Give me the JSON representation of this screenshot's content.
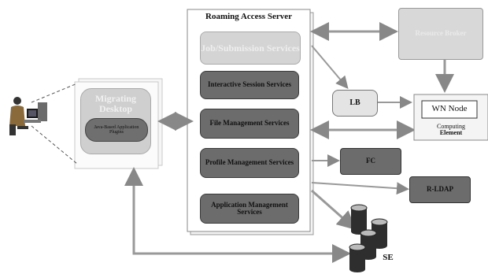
{
  "diagram": {
    "server_title": "Roaming Access Server",
    "services": [
      "Job/Submission Services",
      "Interactive Session Services",
      "File Management Services",
      "Profile Management Services",
      "Application Management Services"
    ],
    "top_right_node": "Resource Broker",
    "lb_label": "LB",
    "wn_node_label": "WN Node",
    "computing_element_line1": "Computing",
    "computing_element_line2": "Element",
    "fc_label": "FC",
    "ldap_label": "R-LDAP",
    "se_label": "SE",
    "migrating_desktop_label": "Migrating Desktop",
    "plugins_label": "Java-Based Application Plugins"
  }
}
